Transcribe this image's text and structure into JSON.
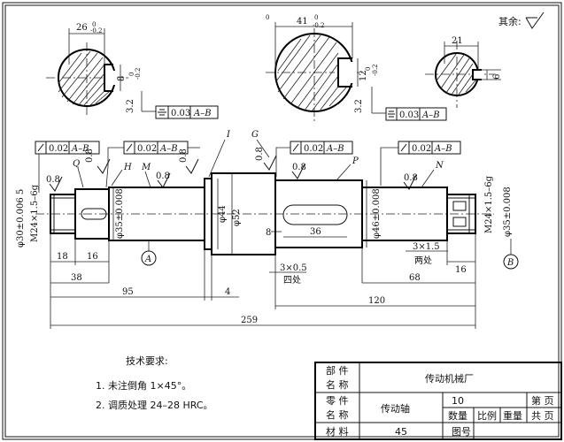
{
  "title_block": {
    "part_name_label": "部 件\n名 称",
    "factory": "传动机械厂",
    "component_label": "零 件\n名 称",
    "component_name": "传动轴",
    "qty": "10",
    "page_label": "第  页",
    "count_label": "数量",
    "scale_label": "比例",
    "weight_label": "重量",
    "total_label": "共  页",
    "material_label": "材 料",
    "material_value": "45",
    "drawing_no_label": "图号"
  },
  "notes": {
    "heading": "技术要求:",
    "items": [
      "1. 未注倒角 1×45°。",
      "2. 调质处理 24–28 HRC。"
    ]
  },
  "roughness_note": "其余:",
  "sections": {
    "left": {
      "width": "26",
      "width_tol": "0\n-0.2",
      "depth": "8",
      "depth_tol": "0\n-0.2",
      "sym": "0.03",
      "datum": "A–B",
      "tilt": "3.2"
    },
    "middle": {
      "width": "41",
      "width_tol": "0\n-0.2",
      "depth": "12",
      "depth_tol": "0\n-0.2",
      "sym": "0.03",
      "datum": "A–B",
      "tilt": "3.2"
    },
    "right": {
      "width": "21",
      "depth": "6"
    }
  },
  "runout_frames": [
    {
      "value": "0.02",
      "datum": "A–B"
    },
    {
      "value": "0.02",
      "datum": "A–B"
    },
    {
      "value": "0.02",
      "datum": "A–B"
    },
    {
      "value": "0.02",
      "datum": "A–B"
    }
  ],
  "surface_marks": {
    "r08": "0.8"
  },
  "letters": {
    "Q": "Q",
    "H": "H",
    "M": "M",
    "I": "I",
    "G": "G",
    "P": "P",
    "N": "N",
    "A": "A",
    "B": "B"
  },
  "diameters": {
    "d30": "φ30±0.006 5",
    "m24_left": "M24×1.5–6g",
    "d35_left": "φ35±0.008",
    "d44": "φ44",
    "d52": "φ52",
    "d46": "φ46±0.008",
    "m24_right": "M24×1.5–6g",
    "d35_right": "φ35±0.008"
  },
  "lengths": {
    "l18": "18",
    "l16a": "16",
    "l38": "38",
    "l95": "95",
    "l4": "4",
    "l259": "259",
    "l8": "8",
    "l36": "36",
    "l3x05": "3×0.5",
    "sizhu": "四处",
    "l3x15": "3×1.5",
    "lianchu": "两处",
    "l16b": "16",
    "l68": "68",
    "l120": "120"
  }
}
